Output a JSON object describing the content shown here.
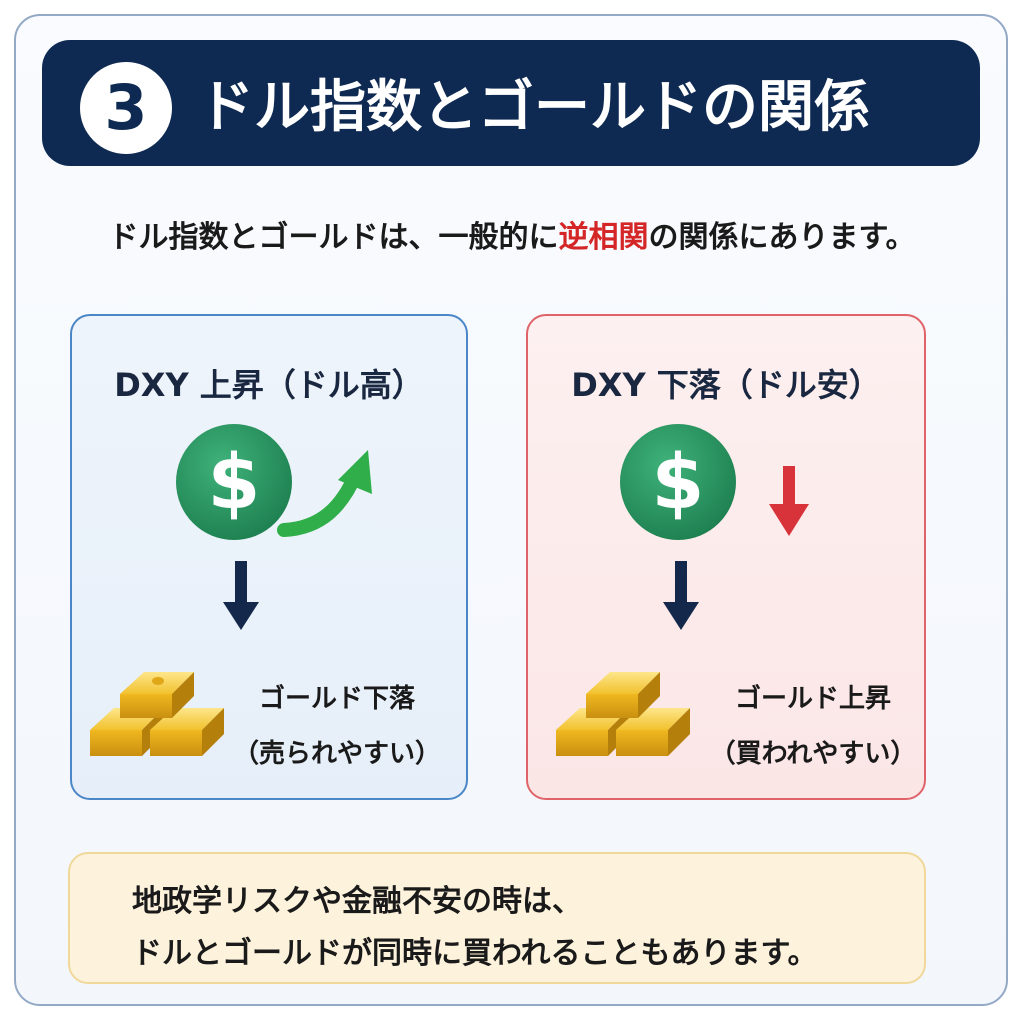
{
  "header": {
    "number": "3",
    "title": "ドル指数とゴールドの関係"
  },
  "intro": {
    "before": "ドル指数とゴールドは、一般的に",
    "highlight": "逆相関",
    "after": "の関係にあります。"
  },
  "panels": [
    {
      "title": "DXY 上昇（ドル高）",
      "dollar_symbol": "$",
      "dollar_trend_icon": "trend-up-arrow-icon",
      "gold_label_1": "ゴールド下落",
      "gold_label_2": "（売られやすい）"
    },
    {
      "title": "DXY 下落（ドル安）",
      "dollar_symbol": "$",
      "dollar_trend_icon": "trend-down-arrow-icon",
      "gold_label_1": "ゴールド上昇",
      "gold_label_2": "（買われやすい）"
    }
  ],
  "note": {
    "line1": "地政学リスクや金融不安の時は、",
    "line2": "ドルとゴールドが同時に買われることもあります。"
  },
  "colors": {
    "header_bg": "#0f2a52",
    "highlight": "#d42626",
    "up_border": "#4b86c7",
    "down_border": "#e0636a",
    "dollar_green": "#22905a",
    "arrow_green": "#2fae4a",
    "arrow_red": "#d8323a",
    "arrow_navy": "#13284a",
    "gold": "#f2c12e",
    "note_bg": "#fdf3dc"
  }
}
